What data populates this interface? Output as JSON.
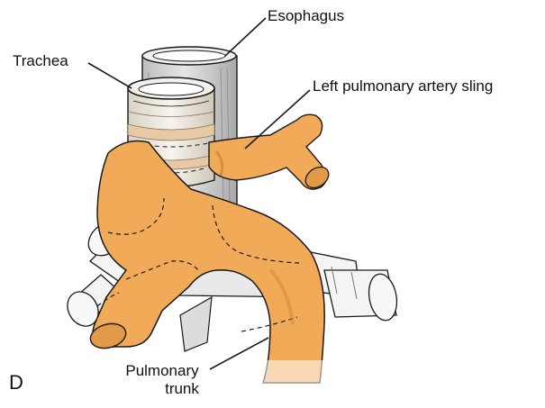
{
  "panel_letter": "D",
  "labels": {
    "esophagus": "Esophagus",
    "trachea": "Trachea",
    "left_pa_sling": "Left pulmonary artery sling",
    "pulmonary_trunk_line1": "Pulmonary",
    "pulmonary_trunk_line2": "trunk"
  },
  "colors": {
    "artery_fill": "#f0aa58",
    "artery_shade": "#d98c3c",
    "esophagus_fill": "#dcdcdc",
    "esophagus_shade": "#b4b4b4",
    "trachea_fill": "#f2efe9",
    "trachea_ring": "#c8a888",
    "bronchi_fill": "#f4f4f4",
    "outline": "#1a1a1a"
  }
}
